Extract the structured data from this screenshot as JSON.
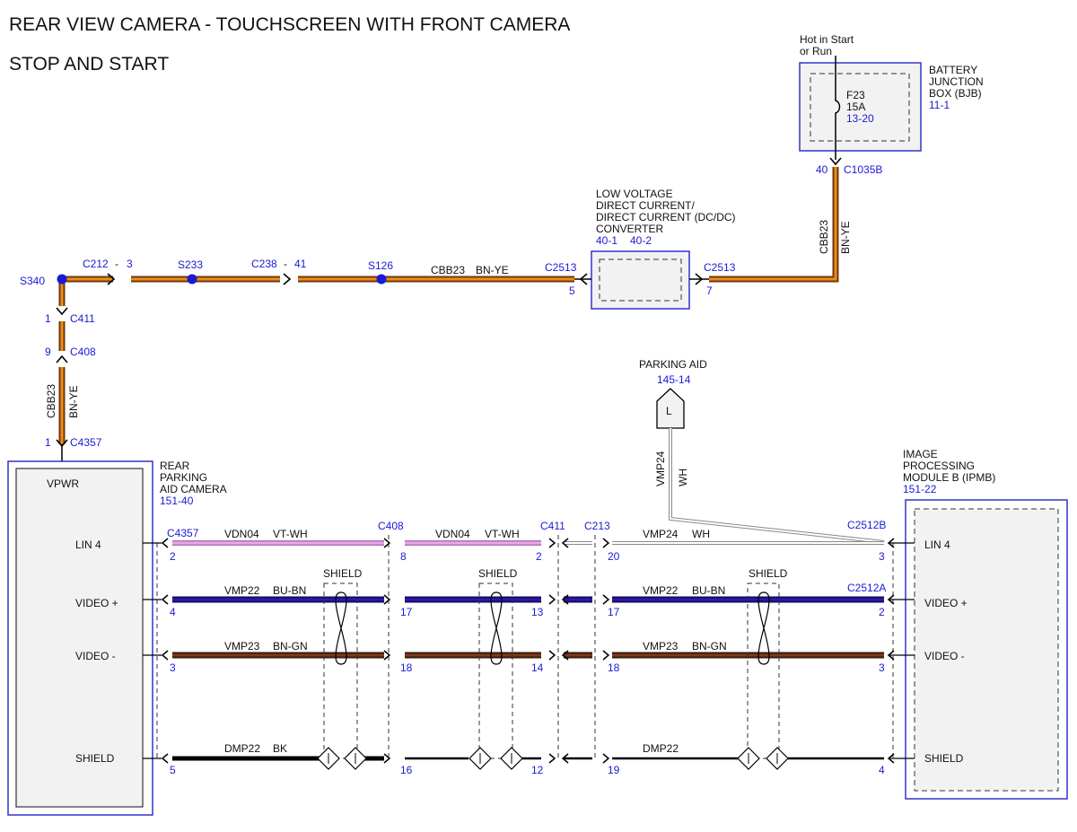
{
  "title_line1": "REAR VIEW CAMERA - TOUCHSCREEN WITH FRONT CAMERA",
  "title_line2": "STOP AND START",
  "bjb": {
    "hot_line1": "Hot in Start",
    "hot_line2": "or Run",
    "name_line1": "BATTERY",
    "name_line2": "JUNCTION",
    "name_line3": "BOX (BJB)",
    "ref": "11-1",
    "fuse_name": "F23",
    "fuse_rating": "15A",
    "fuse_ref": "13-20",
    "pin": "40",
    "connector": "C1035B"
  },
  "dcdc": {
    "line1": "LOW VOLTAGE",
    "line2": "DIRECT CURRENT/",
    "line3": "DIRECT CURRENT (DC/DC)",
    "line4": "CONVERTER",
    "ref1": "40-1",
    "ref2": "40-2",
    "conn_left": "C2513",
    "pin_left": "5",
    "conn_right": "C2513",
    "pin_right": "7"
  },
  "power_wire": {
    "circuit": "CBB23",
    "color": "BN-YE"
  },
  "splices": {
    "s340": "S340",
    "s233": "S233",
    "s126": "S126"
  },
  "inline_connectors": {
    "c212": "C212",
    "c212_pin": "3",
    "c238": "C238",
    "c238_pin": "41",
    "c411_pin": "1",
    "c411": "C411",
    "c408_pin": "9",
    "c408": "C408",
    "c4357_pin": "1",
    "c4357": "C4357"
  },
  "camera": {
    "name_line1": "REAR",
    "name_line2": "PARKING",
    "name_line3": "AID CAMERA",
    "ref": "151-40",
    "vpwr": "VPWR",
    "pins": [
      "LIN 4",
      "VIDEO +",
      "VIDEO -",
      "SHIELD"
    ]
  },
  "ipmb": {
    "name_line1": "IMAGE",
    "name_line2": "PROCESSING",
    "name_line3": "MODULE B (IPMB)",
    "ref": "151-22",
    "pins": [
      "LIN 4",
      "VIDEO +",
      "VIDEO -",
      "SHIELD"
    ]
  },
  "parking_aid": {
    "label": "PARKING AID",
    "ref": "145-14",
    "letter": "L",
    "circuit": "VMP24",
    "color": "WH"
  },
  "harness": {
    "conn_c4357": "C4357",
    "conn_c408": "C408",
    "conn_c411": "C411",
    "conn_c213": "C213",
    "conn_c2512b": "C2512B",
    "conn_c2512a": "C2512A",
    "shield_label": "SHIELD",
    "lin": {
      "seg1_circuit": "VDN04",
      "seg1_color": "VT-WH",
      "seg2_circuit": "VDN04",
      "seg2_color": "VT-WH",
      "seg3_circuit": "VMP24",
      "seg3_color": "WH",
      "pins": [
        "2",
        "8",
        "2",
        "20",
        "3"
      ]
    },
    "video_pos": {
      "seg1_circuit": "VMP22",
      "seg1_color": "BU-BN",
      "seg3_circuit": "VMP22",
      "seg3_color": "BU-BN",
      "pins": [
        "4",
        "17",
        "13",
        "17",
        "2"
      ]
    },
    "video_neg": {
      "seg1_circuit": "VMP23",
      "seg1_color": "BN-GN",
      "seg3_circuit": "VMP23",
      "seg3_color": "BN-GN",
      "pins": [
        "3",
        "18",
        "14",
        "18",
        "3"
      ]
    },
    "shield": {
      "seg1_circuit": "DMP22",
      "seg1_color": "BK",
      "seg3_circuit": "DMP22",
      "pins": [
        "5",
        "16",
        "12",
        "19",
        "4"
      ]
    }
  },
  "colors": {
    "bn_ye_outer": "#6b3a10",
    "bn_ye_inner": "#f08a14",
    "vt_wh": "#e8a8e8",
    "bu_bn": "#2b1aa8",
    "bn_gn": "#7a3a1e",
    "bk": "#000000",
    "label_blue": "#1a1ad6",
    "box_blue": "#3333cc"
  }
}
